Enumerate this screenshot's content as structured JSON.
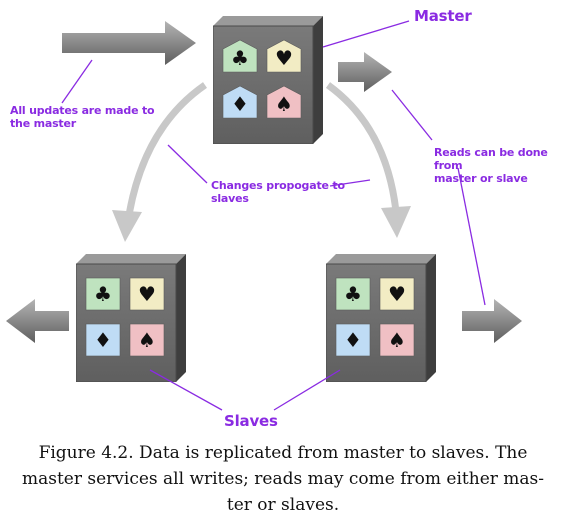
{
  "labels": {
    "master": "Master",
    "all_updates": "All updates are made to\nthe master",
    "changes_propagate": "Changes propogate to\nslaves",
    "reads": "Reads can be done from\nmaster or slave",
    "slaves": "Slaves"
  },
  "card_suits": [
    "♣",
    "♥",
    "♦",
    "♠"
  ],
  "caption": {
    "line1": "Figure 4.2. Data is replicated from master to slaves. The",
    "line2": "master services all writes; reads may come from either mas-",
    "line3": "ter or slaves."
  },
  "colors": {
    "annotation": "#8a2be2",
    "box_front": "#6d6d6d",
    "arrow": "#8c8c8c",
    "flow_arrow": "#c8c8c8",
    "card_green": "#bfe3bf",
    "card_yellow": "#f2ecc4",
    "card_blue": "#bfdcf5",
    "card_pink": "#f0c0c4"
  }
}
